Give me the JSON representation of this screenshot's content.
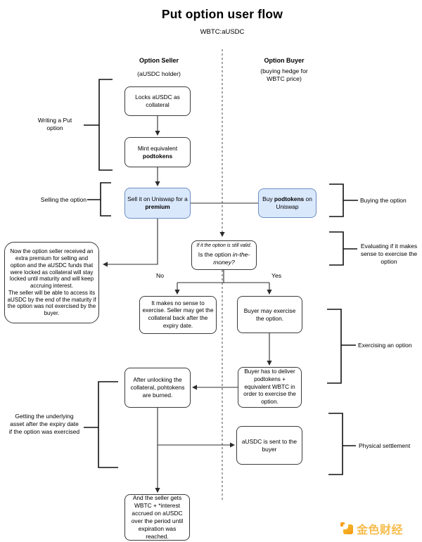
{
  "title": "Put option user flow",
  "subtitle": "WBTC:aUSDC",
  "seller_column": {
    "heading": "Option Seller",
    "subheading": "(aUSDC holder)"
  },
  "buyer_column": {
    "heading": "Option Buyer",
    "subheading": "(buying hedge for\nWBTC price)"
  },
  "nodes": {
    "lock": {
      "text": "Locks aUSDC as collateral"
    },
    "mint": {
      "pre": "Mint equivalent",
      "bold": "podtokens"
    },
    "sell": {
      "pre": "Sell it on Uniswap for a",
      "bold": "premium"
    },
    "buy": {
      "pre": "Buy",
      "bold": "podtokens",
      "post": "on Uniswap"
    },
    "decision": {
      "note": "If it the option is still valid.",
      "pre": "Is the option",
      "italic": "in-the-money?"
    },
    "no_sense": {
      "text": "It makes no sense to exercise. Seller may get the collateral back after the expiry date."
    },
    "buyer_exercise": {
      "text": "Buyer may exercise the option."
    },
    "unlock": {
      "text": "After unlocking the collateral, pohtokens are burned."
    },
    "deliver": {
      "text": "Buyer has to deliver podtokens + equivalent WBTC in order to exercise the option."
    },
    "ausdc_sent": {
      "text": "aUSDC is sent to the buyer"
    },
    "seller_gets": {
      "text": "And the seller gets WBTC + *interest accrued on aUSDC over the period until expiration was reached."
    },
    "seller_note": {
      "text": "Now the option seller received an extra premium for selling and option and the aUSDC funds that were locked as collateral will stay locked until maturity and will keep accruing interest.\nThe seller will be able to access its aUSDC by the end of the maturity if the option was not exercised by the buyer."
    }
  },
  "branch_labels": {
    "no": "No",
    "yes": "Yes"
  },
  "side_labels": {
    "writing": "Writing a Put\noption",
    "selling": "Selling the option",
    "getting": "Getting the underlying\nasset after the expiry date\nif the option was exercised",
    "buying": "Buying the option",
    "evaluating": "Evaluating if it makes\nsense to exercise the\noption",
    "exercising": "Exercising an option",
    "physical": "Physical settlement"
  },
  "watermark": {
    "text": "金色财经"
  },
  "colors": {
    "node_fill": "#ffffff",
    "node_border": "#3b3b3b",
    "highlight_fill": "#dae8fc",
    "highlight_border": "#6c8ebf",
    "watermark_orange": "#f6a11f",
    "watermark_gold": "#f7bb4a"
  }
}
